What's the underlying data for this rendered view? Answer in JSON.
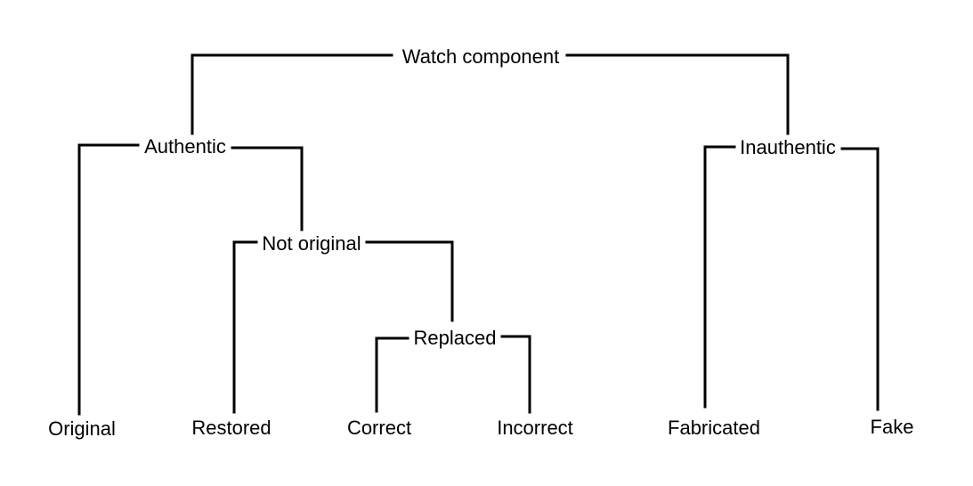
{
  "diagram": {
    "root": "Watch component",
    "level1": {
      "authentic": "Authentic",
      "inauthentic": "Inauthentic"
    },
    "level2": {
      "not_original": "Not original"
    },
    "level3": {
      "replaced": "Replaced"
    },
    "leaves": {
      "original": "Original",
      "restored": "Restored",
      "correct": "Correct",
      "incorrect": "Incorrect",
      "fabricated": "Fabricated",
      "fake": "Fake"
    }
  }
}
